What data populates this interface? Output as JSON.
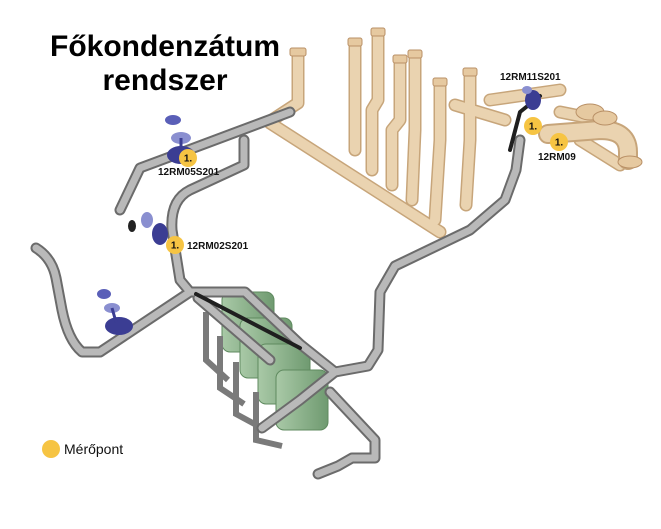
{
  "title": {
    "line1": "Főkondenzátum",
    "line2": "rendszer"
  },
  "measure_points": [
    {
      "id": "12RM05S201",
      "number": "1."
    },
    {
      "id": "12RM02S201",
      "number": "1."
    },
    {
      "id": "12RM11S201",
      "number": "1."
    },
    {
      "id": "12RM09",
      "number": "1."
    }
  ],
  "legend": {
    "label": "Mérőpont",
    "color": "#f6c443"
  },
  "colors": {
    "pipe_gray": "#9b9b9b",
    "pipe_beige": "#e6c9a0",
    "tank_green": "#8fb58f",
    "valve_blue": "#3b3d93"
  }
}
